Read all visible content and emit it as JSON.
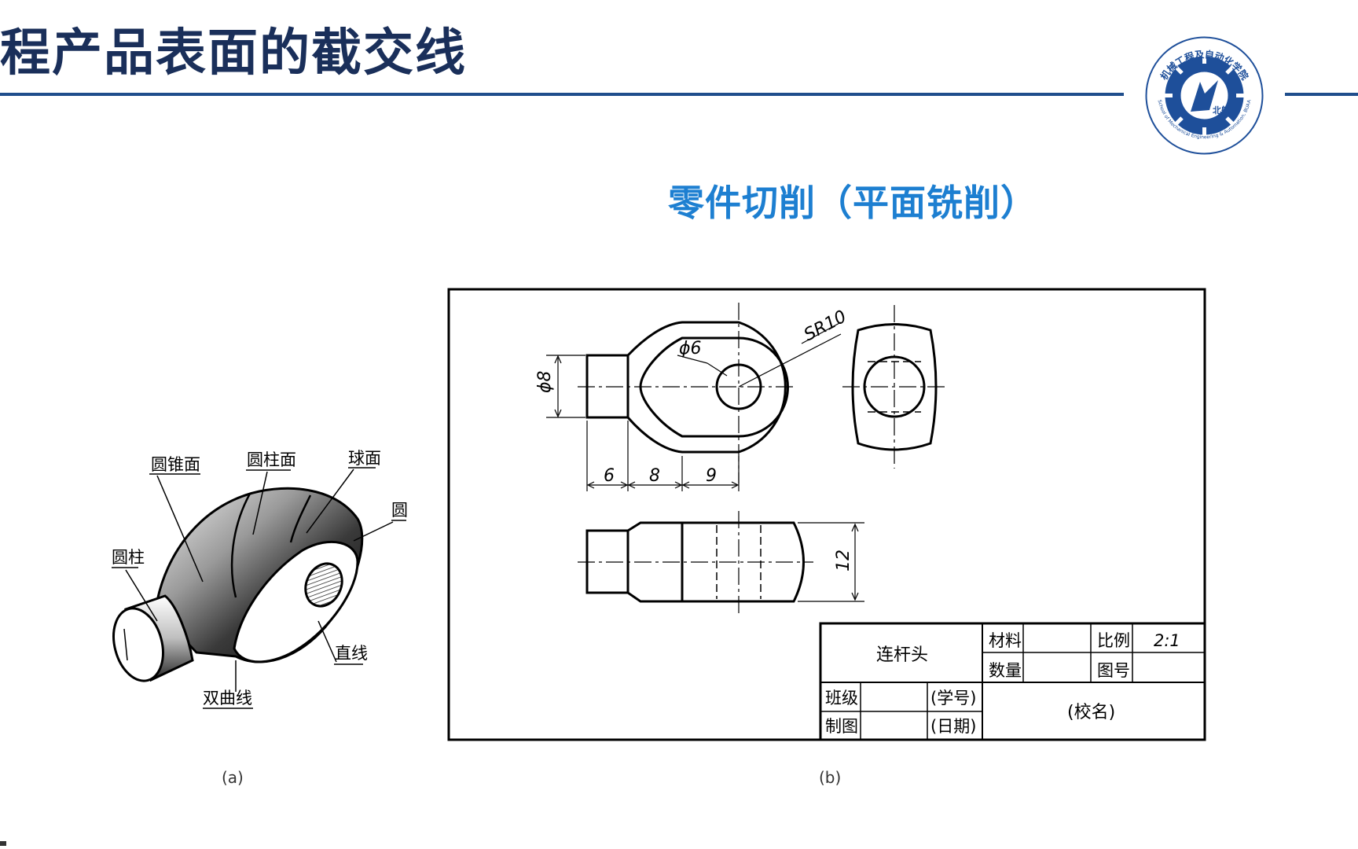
{
  "slide": {
    "title": "程产品表面的截交线",
    "subtitle": "零件切削（平面铣削）"
  },
  "logo": {
    "text_cn": "机械工程及自动化学院",
    "text_en": "School of Mechanical Engineering & Automation, BUAA",
    "center_text": "北航"
  },
  "figure_a": {
    "caption": "(a)",
    "labels": {
      "cone": "圆锥面",
      "cylinder_face": "圆柱面",
      "sphere": "球面",
      "circle": "圆",
      "cylinder": "圆柱",
      "line": "直线",
      "hyperbola": "双曲线"
    }
  },
  "figure_b": {
    "caption": "(b)",
    "dimensions": {
      "sr": "SR10",
      "phi6": "ϕ6",
      "phi8": "ϕ8",
      "d6": "6",
      "d8": "8",
      "d9": "9",
      "d12": "12"
    },
    "title_block": {
      "part_name": "连杆头",
      "material_label": "材料",
      "scale_label": "比例",
      "scale_value": "2:1",
      "quantity_label": "数量",
      "drawing_no_label": "图号",
      "class_label": "班级",
      "student_no_label": "(学号)",
      "drawn_label": "制图",
      "date_label": "(日期)",
      "school_label": "(校名)"
    }
  },
  "colors": {
    "title": "#1a2f5a",
    "rule": "#1f4e8c",
    "subtitle": "#1d7fd1",
    "logo": "#1e4f9a"
  }
}
